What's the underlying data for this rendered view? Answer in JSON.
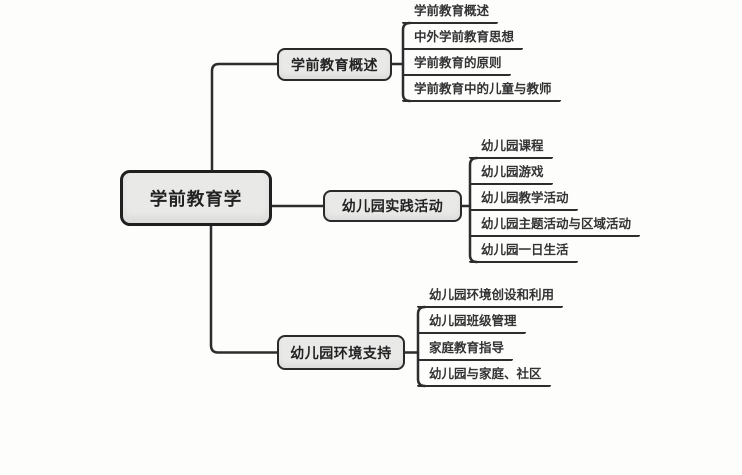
{
  "root": {
    "label": "学前教育学"
  },
  "branches": [
    {
      "label": "学前教育概述",
      "children": [
        {
          "label": "学前教育概述"
        },
        {
          "label": "中外学前教育思想"
        },
        {
          "label": "学前教育的原则"
        },
        {
          "label": "学前教育中的儿童与教师"
        }
      ]
    },
    {
      "label": "幼儿园实践活动",
      "children": [
        {
          "label": "幼儿园课程"
        },
        {
          "label": "幼儿园游戏"
        },
        {
          "label": "幼儿园教学活动"
        },
        {
          "label": "幼儿园主题活动与区域活动"
        },
        {
          "label": "幼儿园一日生活"
        }
      ]
    },
    {
      "label": "幼儿园环境支持",
      "children": [
        {
          "label": "幼儿园环境创设和利用"
        },
        {
          "label": "幼儿园班级管理"
        },
        {
          "label": "家庭教育指导"
        },
        {
          "label": "幼儿园与家庭、社区"
        }
      ]
    }
  ],
  "colors": {
    "background": "#fdfdfc",
    "node_fill": "#e9e9e8",
    "node_border": "#2a2a2a",
    "line": "#2d2d2d",
    "text": "#222222"
  }
}
